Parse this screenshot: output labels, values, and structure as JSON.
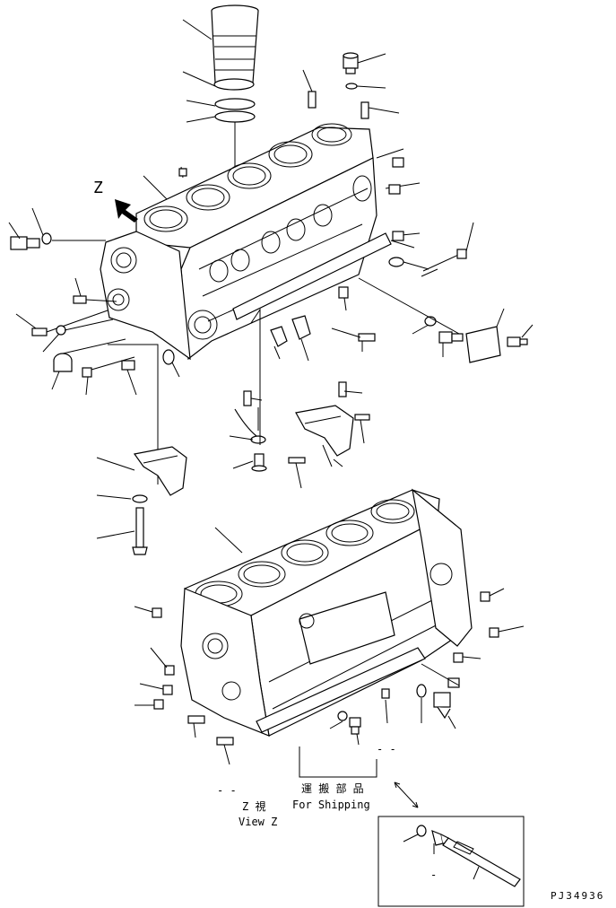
{
  "view_marker": "Z",
  "view_caption": "Z  視",
  "view_caption_en": "View Z",
  "shipping_caption_jp": "運 搬 部 品",
  "shipping_caption_en": "For Shipping",
  "drawing_code": "PJ34936",
  "dash_labels": [
    "- -",
    "- -",
    "-"
  ]
}
